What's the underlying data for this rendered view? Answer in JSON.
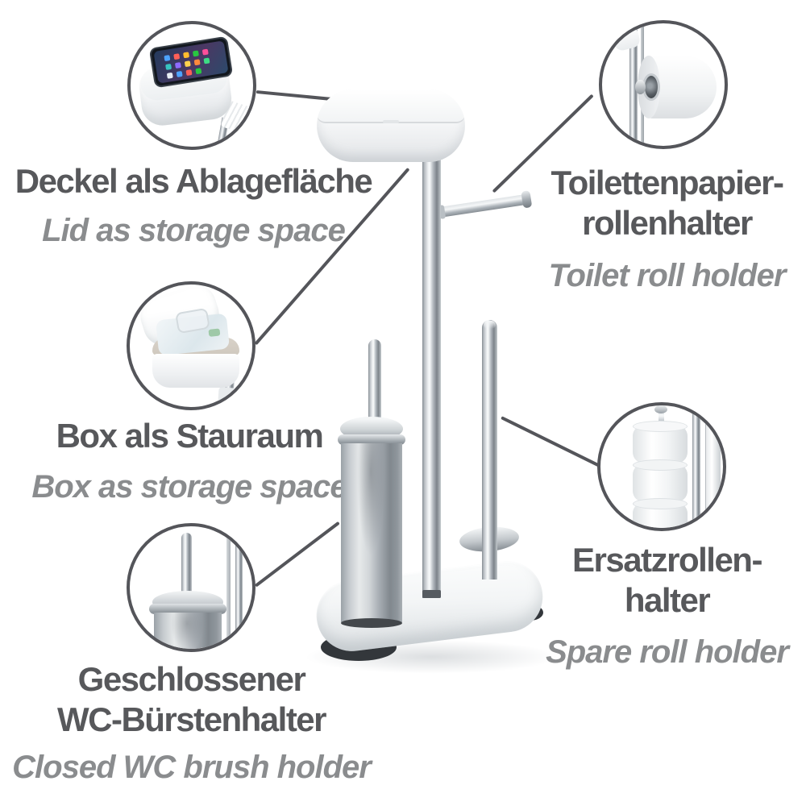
{
  "colors": {
    "background": "#ffffff",
    "heading_text": "#57585b",
    "subtitle_text": "#8a8c8e",
    "connector_line": "#54555a",
    "product_white": "#f2f4f5",
    "product_chrome": "#b4bac0"
  },
  "callouts": {
    "lid": {
      "title_de": "Deckel als Ablagefläche",
      "subtitle_en": "Lid as storage space"
    },
    "toilet_roll": {
      "title_de_line1": "Toilettenpapier-",
      "title_de_line2": "rollenhalter",
      "subtitle_en": "Toilet roll holder"
    },
    "storage_box": {
      "title_de": "Box als Stauraum",
      "subtitle_en": "Box as storage space"
    },
    "spare_roll": {
      "title_de_line1": "Ersatzrollen-",
      "title_de_line2": "halter",
      "subtitle_en": "Spare roll holder"
    },
    "wc_brush": {
      "title_de_line1": "Geschlossener",
      "title_de_line2": "WC-Bürstenhalter",
      "subtitle_en": "Closed WC brush holder"
    }
  }
}
